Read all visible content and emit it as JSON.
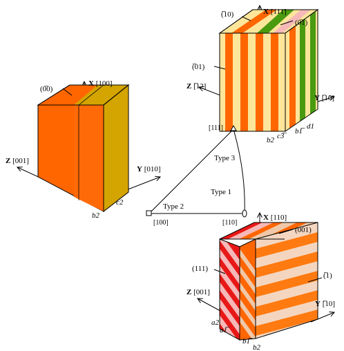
{
  "colors": {
    "orange": "#ff6600",
    "orange_side": "#ff7a10",
    "gold": "#d4a400",
    "cream": "#fde59a",
    "green": "#4a9a10",
    "pink": "#f6b8b8",
    "red": "#e81818",
    "peach": "#f0c8a8",
    "light_peach": "#f4d6c0"
  },
  "cube_left": {
    "plane_label": "(0̅0)",
    "x_axis": {
      "bold": "X",
      "rest": " [100]"
    },
    "y_axis": {
      "bold": "Y",
      "rest": " [010]"
    },
    "z_axis": {
      "bold": "Z",
      "rest": " [001]"
    },
    "corner_b": "b2",
    "corner_c": "c2"
  },
  "cube_top_right": {
    "plane_top_left": "(̅10)",
    "plane_top_right": "(0̅1)",
    "plane_left": "(̅01)",
    "x_axis": {
      "bold": "X",
      "rest": " [111]"
    },
    "y_axis": {
      "bold": "Y",
      "rest": " [̅10]"
    },
    "z_axis": {
      "bold": "Z",
      "rest": " [̅12]"
    },
    "corner_b": "b2",
    "corner_c": "c3̅",
    "corner_b1": "b1̅",
    "corner_d": "d1"
  },
  "cube_bottom_right": {
    "plane_top": "(001)",
    "plane_left": "(111)",
    "plane_right": "(̅1)",
    "x_axis": {
      "bold": "X",
      "rest": " [110]"
    },
    "y_axis": {
      "bold": "Y",
      "rest": " [̅10]"
    },
    "z_axis": {
      "bold": "Z",
      "rest": " [001]"
    },
    "corner_a2": "a2",
    "corner_a1": "a1̅",
    "corner_b1": "b1̅",
    "corner_b2": "b2"
  },
  "triangle": {
    "corner_top": "[111]",
    "corner_left": "[100]",
    "corner_right": "[110]",
    "type1": "Type 1",
    "type2": "Type 2",
    "type3": "Type 3"
  }
}
